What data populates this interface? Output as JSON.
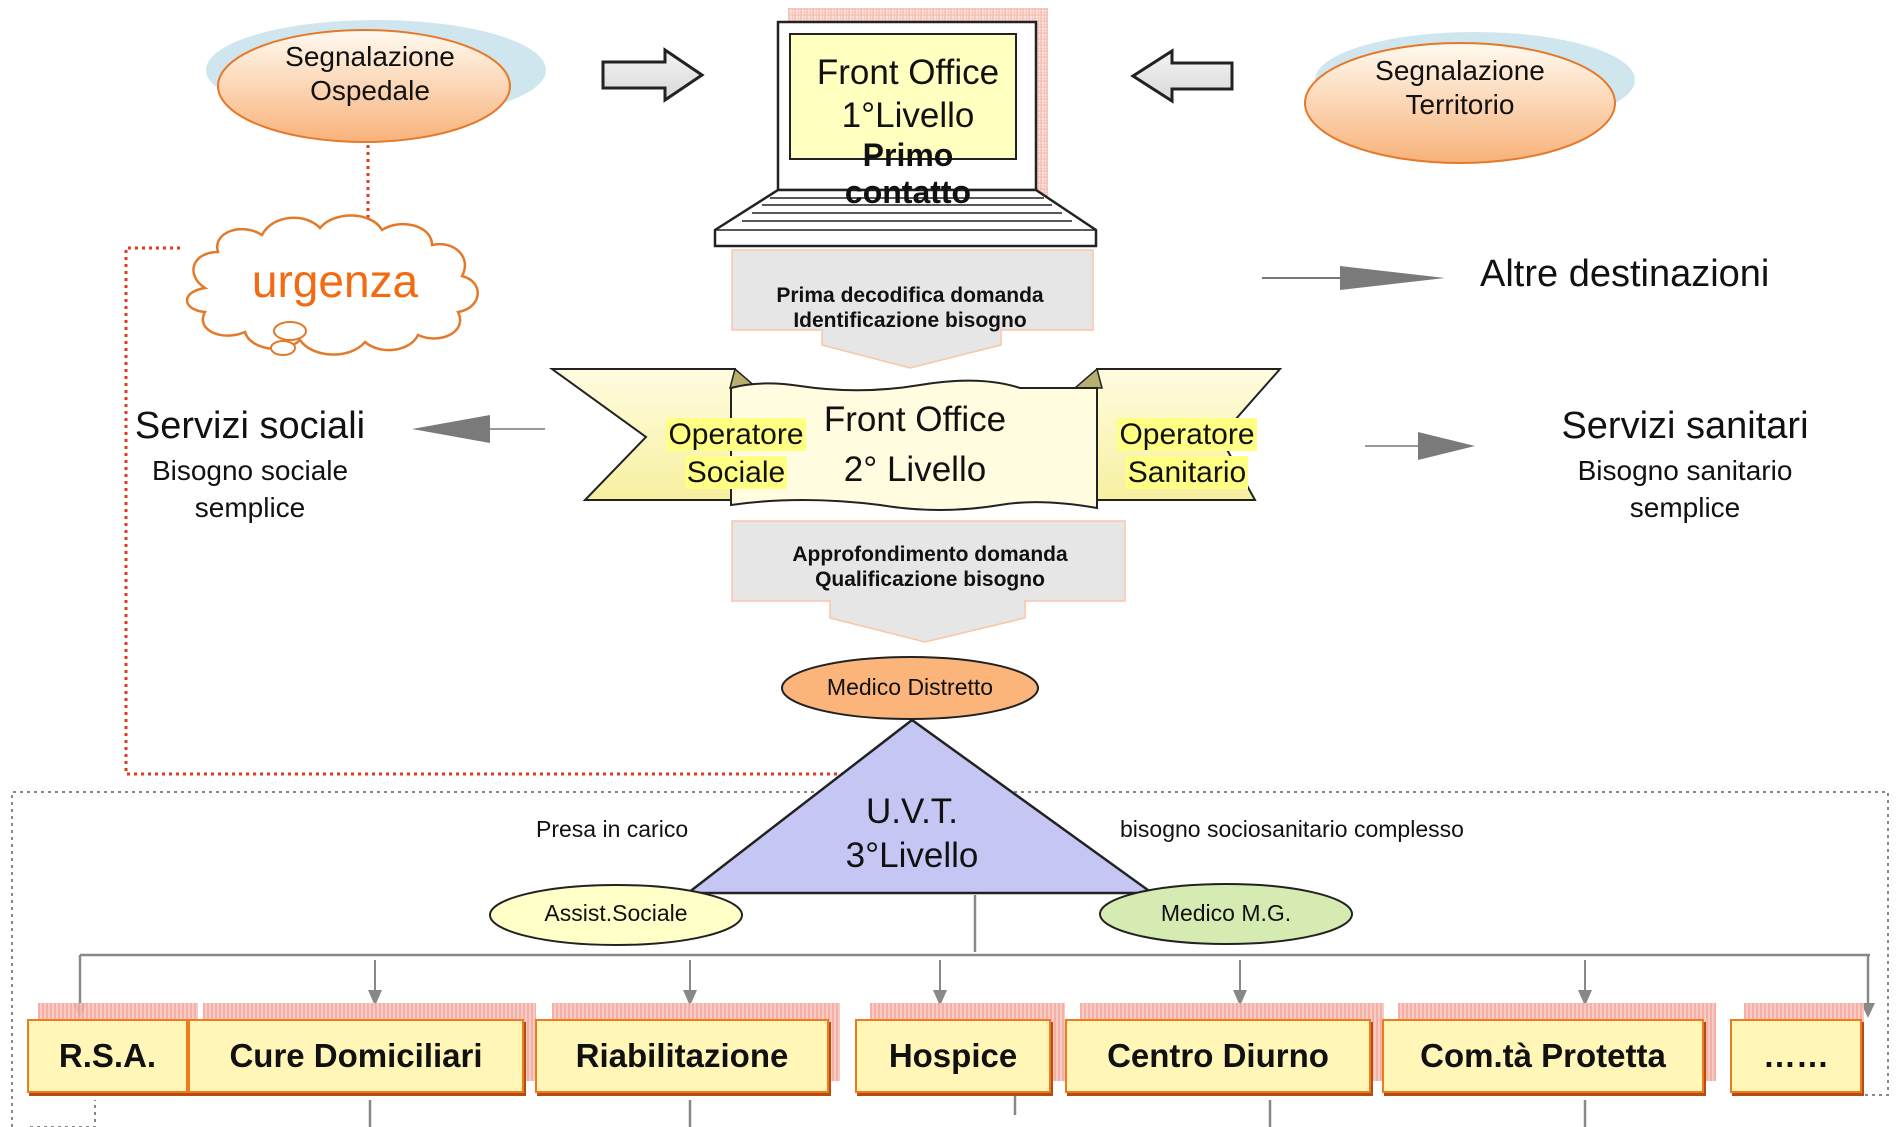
{
  "intake": {
    "hospital": "Segnalazione Ospedale",
    "hospital_l1": "Segnalazione",
    "hospital_l2": "Ospedale",
    "territory_l1": "Segnalazione",
    "territory_l2": "Territorio",
    "urgency": "urgenza"
  },
  "level1": {
    "line1": "Front Office",
    "line2": "1°Livello",
    "line3": "Primo",
    "line4": "contatto",
    "step_l1": "Prima decodifica  domanda",
    "step_l2": "Identificazione bisogno",
    "other": "Altre destinazioni"
  },
  "level2": {
    "line1": "Front Office",
    "line2": "2° Livello",
    "op_social_l1": "Operatore",
    "op_social_l2": "Sociale",
    "op_health_l1": "Operatore",
    "op_health_l2": "Sanitario",
    "step_l1": "Approfondimento   domanda",
    "step_l2": "Qualificazione bisogno"
  },
  "social": {
    "title": "Servizi sociali",
    "sub_l1": "Bisogno sociale",
    "sub_l2": "semplice"
  },
  "health": {
    "title": "Servizi sanitari",
    "sub_l1": "Bisogno sanitario",
    "sub_l2": "semplice"
  },
  "level3": {
    "doctor": "Medico Distretto",
    "line1": "U.V.T.",
    "line2": "3°Livello",
    "left_note": "Presa in carico",
    "right_note": "bisogno  sociosanitario complesso",
    "assist": "Assist.Sociale",
    "gp": "Medico M.G."
  },
  "services": [
    "R.S.A.",
    "Cure Domiciliari",
    "Riabilitazione",
    "Hospice",
    "Centro Diurno",
    "Com.tà Protetta",
    "……"
  ]
}
